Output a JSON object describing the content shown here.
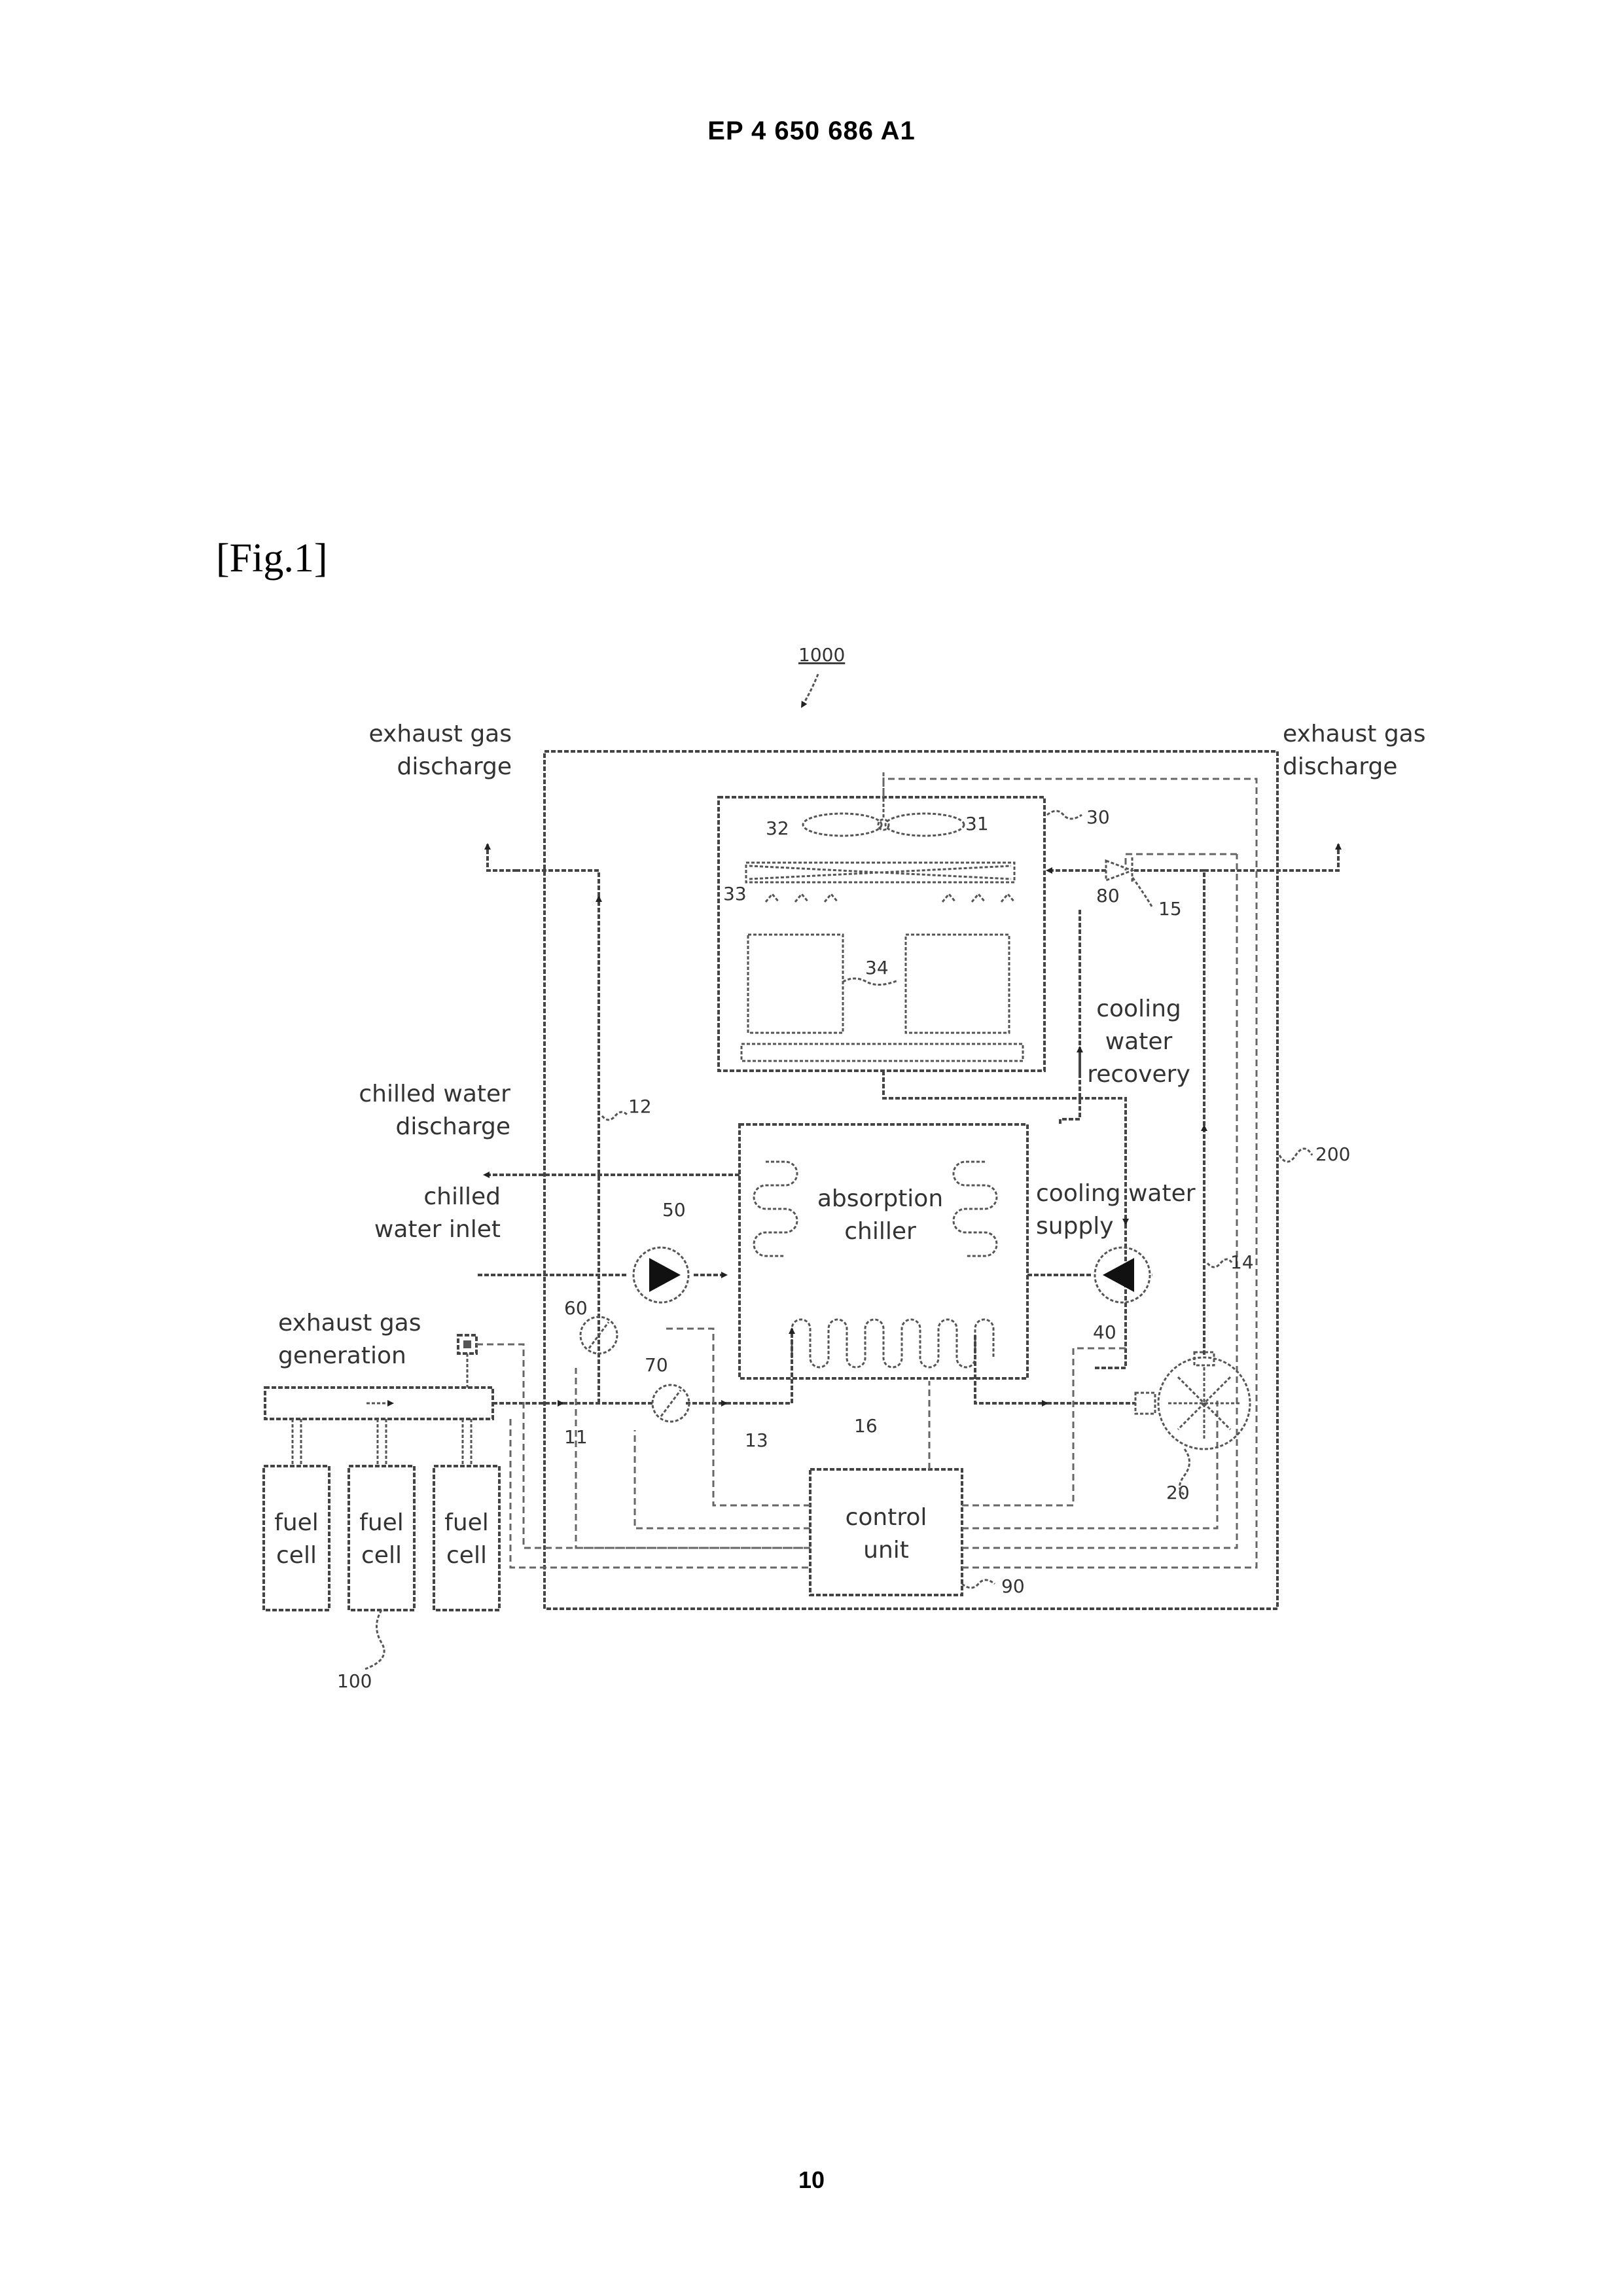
{
  "header": {
    "publication": "EP 4 650 686 A1"
  },
  "figure": {
    "label": "[Fig.1]"
  },
  "page": {
    "number": "10"
  },
  "diagram": {
    "labels": {
      "exhaust_discharge_left_1": "exhaust gas",
      "exhaust_discharge_left_2": "discharge",
      "exhaust_discharge_right_1": "exhaust gas",
      "exhaust_discharge_right_2": "discharge",
      "chilled_discharge_1": "chilled water",
      "chilled_discharge_2": "discharge",
      "chilled_inlet_1": "chilled",
      "chilled_inlet_2": "water inlet",
      "cooling_recovery_1": "cooling",
      "cooling_recovery_2": "water",
      "cooling_recovery_3": "recovery",
      "cooling_supply_1": "cooling water",
      "cooling_supply_2": "supply",
      "absorption_1": "absorption",
      "absorption_2": "chiller",
      "exhaust_generation_1": "exhaust gas",
      "exhaust_generation_2": "generation",
      "control_1": "control",
      "control_2": "unit",
      "fuel": "fuel",
      "cell": "cell"
    },
    "refs": {
      "r1000": "1000",
      "r30": "30",
      "r31": "31",
      "r32": "32",
      "r33": "33",
      "r34": "34",
      "r80": "80",
      "r15": "15",
      "r12": "12",
      "r200": "200",
      "r50": "50",
      "r14": "14",
      "r60": "60",
      "r70": "70",
      "r40": "40",
      "r11": "11",
      "r13": "13",
      "r16": "16",
      "r20": "20",
      "r90": "90",
      "r100": "100"
    }
  }
}
